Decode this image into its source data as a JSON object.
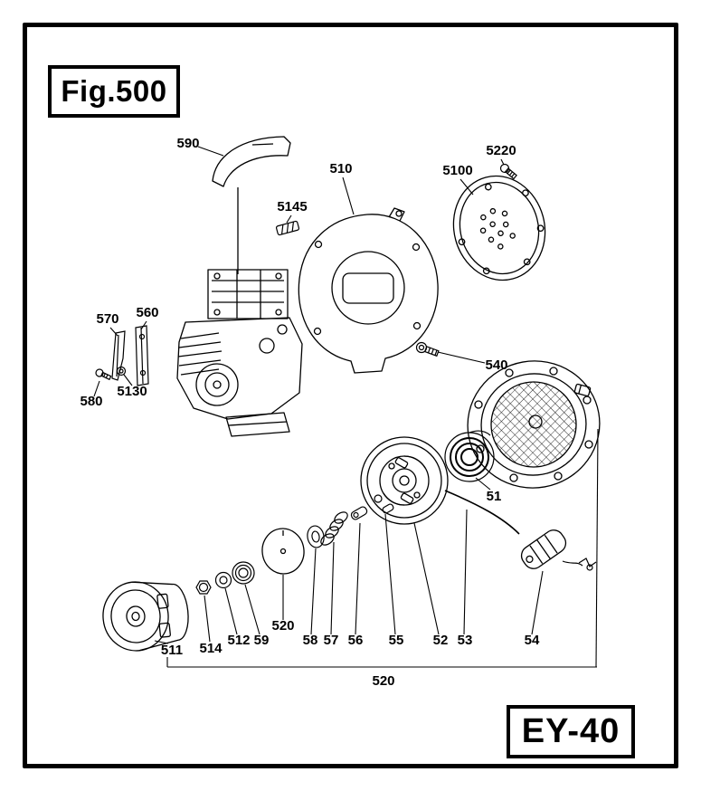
{
  "figure": {
    "fig_label": "Fig.500",
    "model_label": "EY-40"
  },
  "labels": {
    "l590": "590",
    "l510": "510",
    "l5145": "5145",
    "l5100": "5100",
    "l5220": "5220",
    "l570": "570",
    "l560": "560",
    "l5130": "5130",
    "l580": "580",
    "l540": "540",
    "l51": "51",
    "l511": "511",
    "l514": "514",
    "l512": "512",
    "l59": "59",
    "l520": "520",
    "l58": "58",
    "l57": "57",
    "l56": "56",
    "l55": "55",
    "l52": "52",
    "l53": "53",
    "l54": "54",
    "l520_group": "520"
  },
  "colors": {
    "ink": "#000000",
    "paper": "#ffffff"
  }
}
